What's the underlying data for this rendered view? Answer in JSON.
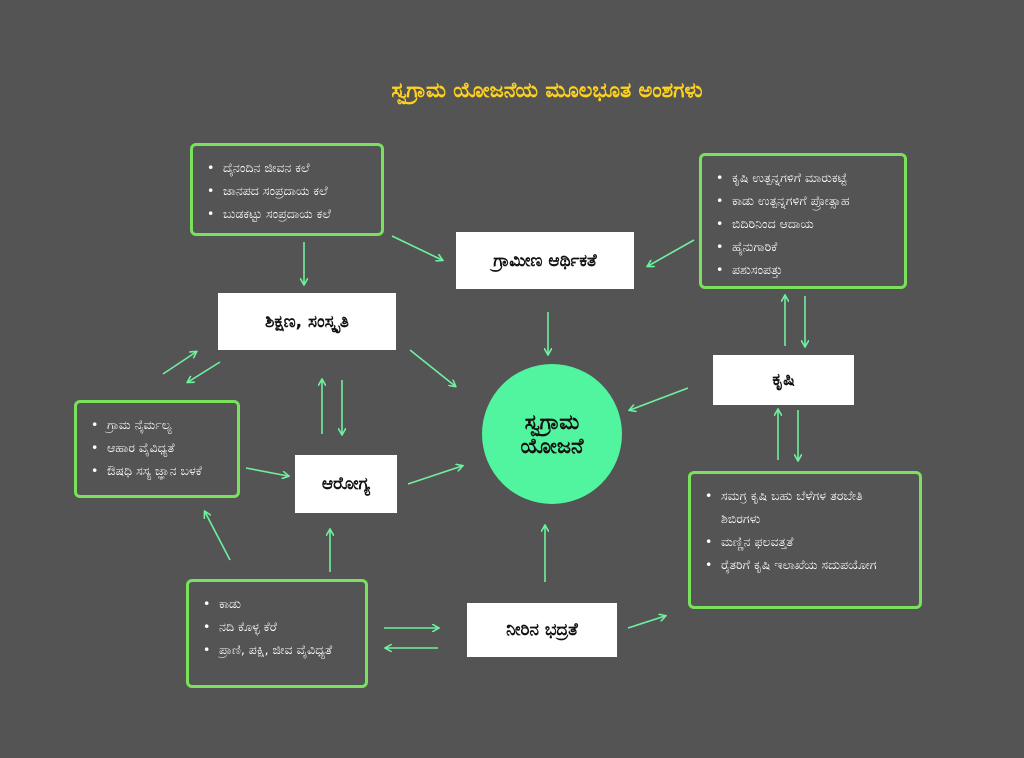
{
  "title": "ಸ್ವಗ್ರಾಮ ಯೋಜನೆಯ ಮೂಲಭೂತ ಅಂಶಗಳು",
  "center": {
    "line1": "ಸ್ವಗ್ರಾಮ",
    "line2": "ಯೋಜನೆ"
  },
  "nodes": {
    "rural_economy": "ಗ್ರಾಮೀಣ ಆರ್ಥಿಕತೆ",
    "education_culture": "ಶಿಕ್ಷಣ, ಸಂಸ್ಕೃತಿ",
    "agriculture": "ಕೃಷಿ",
    "health": "ಆರೋಗ್ಯ",
    "water_security": "ನೀರಿನ ಭದ್ರತೆ"
  },
  "lists": {
    "culture_items": [
      "ದೈನಂದಿನ ಜೀವನ ಕಲೆ",
      "ಜಾನಪದ ಸಂಪ್ರದಾಯ ಕಲೆ",
      "ಬುಡಕಟ್ಟು ಸಂಪ್ರದಾಯ ಕಲೆ"
    ],
    "economy_items": [
      "ಕೃಷಿ ಉತ್ಪನ್ನಗಳಿಗೆ ಮಾರುಕಟ್ಟೆ",
      "ಕಾಡು ಉತ್ಪನ್ನಗಳಿಗೆ ಪ್ರೋತ್ಸಾಹ",
      "ಬಿದಿರಿನಿಂದ ಆದಾಯ",
      "ಹೈನುಗಾರಿಕೆ",
      "ಪಶುಸಂಪತ್ತು"
    ],
    "health_items": [
      "ಗ್ರಾಮ ನೈರ್ಮಲ್ಯ",
      "ಆಹಾರ ವೈವಿಧ್ಯತೆ",
      "ಔಷಧಿ ಸಸ್ಯ ಜ್ಞಾನ ಬಳಕೆ"
    ],
    "agri_items": [
      "ಸಮಗ್ರ ಕೃಷಿ ಬಹು ಬೆಳೆಗಳ ತರಬೇತಿ ಶಿಬಿರಗಳು",
      "ಮಣ್ಣಿನ ಫಲವತ್ತತೆ",
      "ರೈತರಿಗೆ ಕೃಷಿ ಇಲಾಖೆಯ ಸದುಪಯೋಗ"
    ],
    "forest_items": [
      "ಕಾಡು",
      "ನದಿ ಕೊಳ್ಳ ಕೆರೆ",
      "ಪ್ರಾಣಿ, ಪಕ್ಷಿ, ಜೀವ ವೈವಿಧ್ಯತೆ"
    ]
  },
  "colors": {
    "background": "#545454",
    "title": "#ffd21f",
    "border": "#79e15c",
    "arrow": "#6ff0a0",
    "center": "#52f59f"
  }
}
